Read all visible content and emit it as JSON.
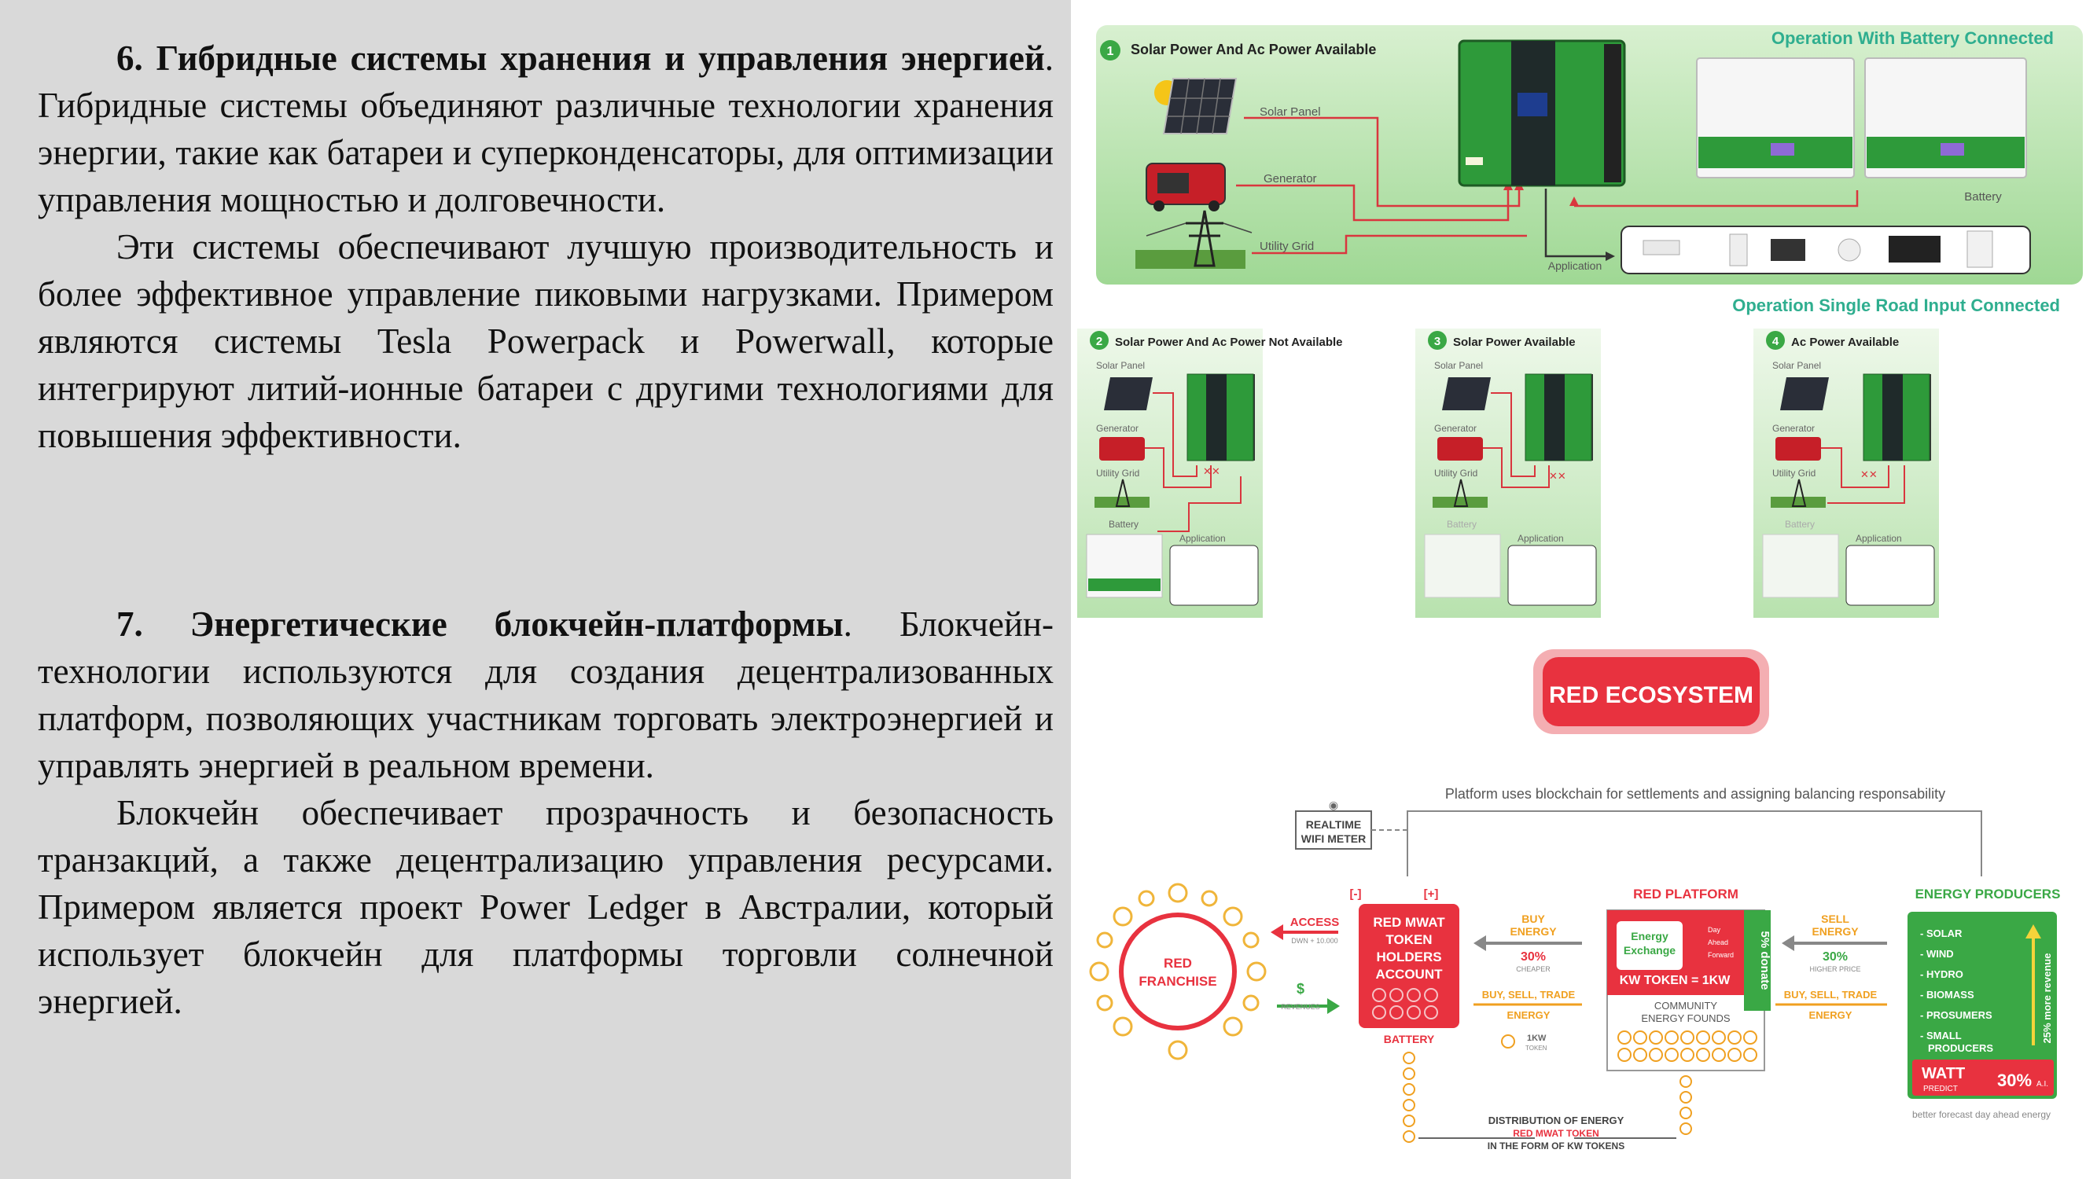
{
  "section6": {
    "number": "6.",
    "title": "Гибридные системы хранения и управления энергией",
    "lead": ". Гибридные системы объединяют различные технологии хранения энергии, такие как батареи и суперконденсаторы, для оптимизации управления мощностью и долговечности.",
    "p2": "Эти системы обеспечивают лучшую производительность и более эффективное управление пиковыми нагрузками. Примером являются системы Tesla Powerpack и Powerwall, которые интегрируют литий-ионные батареи с другими технологиями для повышения эффективности."
  },
  "section7": {
    "number": "7.",
    "title": "Энергетические блокчейн-платформы",
    "lead": ". Блокчейн-технологии используются для создания децентрализованных платформ, позволяющих участникам торговать электроэнергией и управлять энергией в реальном времени.",
    "p2": "Блокчейн обеспечивает прозрачность и безопасность транзакций, а также децентрализацию управления ресурсами. Примером является проект Power Ledger в Австралии, который использует блокчейн для платформы торговли солнечной энергией."
  },
  "inverter": {
    "top_badge": "1",
    "top_title": "Solar Power And Ac Power Available",
    "op_battery": "Operation With Battery Connected",
    "solar_panel": "Solar Panel",
    "generator": "Generator",
    "utility_grid": "Utility Grid",
    "battery": "Battery",
    "application": "Application",
    "op_single": "Operation Single Road Input Connected",
    "panels": [
      {
        "num": "2",
        "title": "Solar Power And Ac Power Not Available"
      },
      {
        "num": "3",
        "title": "Solar Power Available"
      },
      {
        "num": "4",
        "title": "Ac Power Available"
      }
    ],
    "small_solar": "Solar Panel",
    "small_generator": "Generator",
    "small_grid": "Utility Grid",
    "small_battery": "Battery",
    "small_application": "Application"
  },
  "red": {
    "badge": "RED ECOSYSTEM",
    "platform_note": "Platform uses blockchain for settlements and assigning balancing responsability",
    "meter_line1": "REALTIME",
    "meter_line2": "WIFI METER",
    "franchise_line1": "RED",
    "franchise_line2": "FRANCHISE",
    "access": "ACCESS",
    "access_sub": "DWN + 10.000",
    "dollar": "$",
    "revenues": "REVENUES",
    "minus": "[-]",
    "plus": "[+]",
    "holders_l1": "RED MWAT",
    "holders_l2": "TOKEN",
    "holders_l3": "HOLDERS",
    "holders_l4": "ACCOUNT",
    "battery_label": "BATTERY",
    "buy_energy_l1": "BUY",
    "buy_energy_l2": "ENERGY",
    "buy_pct": "30%",
    "buy_cheaper": "CHEAPER",
    "bst_left_l1": "BUY, SELL, TRADE",
    "bst_left_l2": "ENERGY",
    "kw_token_l1": "1KW",
    "kw_token_l2": "TOKEN",
    "platform_title": "RED PLATFORM",
    "exchange_l1": "Energy",
    "exchange_l2": "Exchange",
    "exchange_opt1": "Day",
    "exchange_opt2": "Ahead",
    "exchange_opt3": "Forward",
    "donate": "5% donate",
    "kw_rate": "KW TOKEN = 1KW",
    "community_l1": "COMMUNITY",
    "community_l2": "ENERGY FOUNDS",
    "sell_energy_l1": "SELL",
    "sell_energy_l2": "ENERGY",
    "sell_pct": "30%",
    "sell_higher": "HIGHER PRICE",
    "bst_right_l1": "BUY, SELL, TRADE",
    "bst_right_l2": "ENERGY",
    "producers_title": "ENERGY PRODUCERS",
    "producers": [
      "- SOLAR",
      "- WIND",
      "- HYDRO",
      "- BIOMASS",
      "- PROSUMERS",
      "- SMALL"
    ],
    "producers_extra": "PRODUCERS",
    "more_revenue": "25% more revenue",
    "watt": "WATT",
    "predict": "PREDICT",
    "watt_pct": "30%",
    "watt_ai": "A.I.",
    "forecast": "better forecast day ahead energy",
    "dist_l1": "DISTRIBUTION OF ENERGY",
    "dist_l2": "RED MWAT TOKEN",
    "dist_l3": "IN THE FORM OF KW TOKENS"
  },
  "colors": {
    "inverter_green": "#2e9a3a",
    "panel_green_bg": "#a9dca0",
    "red": "#e8323f",
    "producers_green": "#3aa845",
    "teal": "#2fae8f"
  }
}
